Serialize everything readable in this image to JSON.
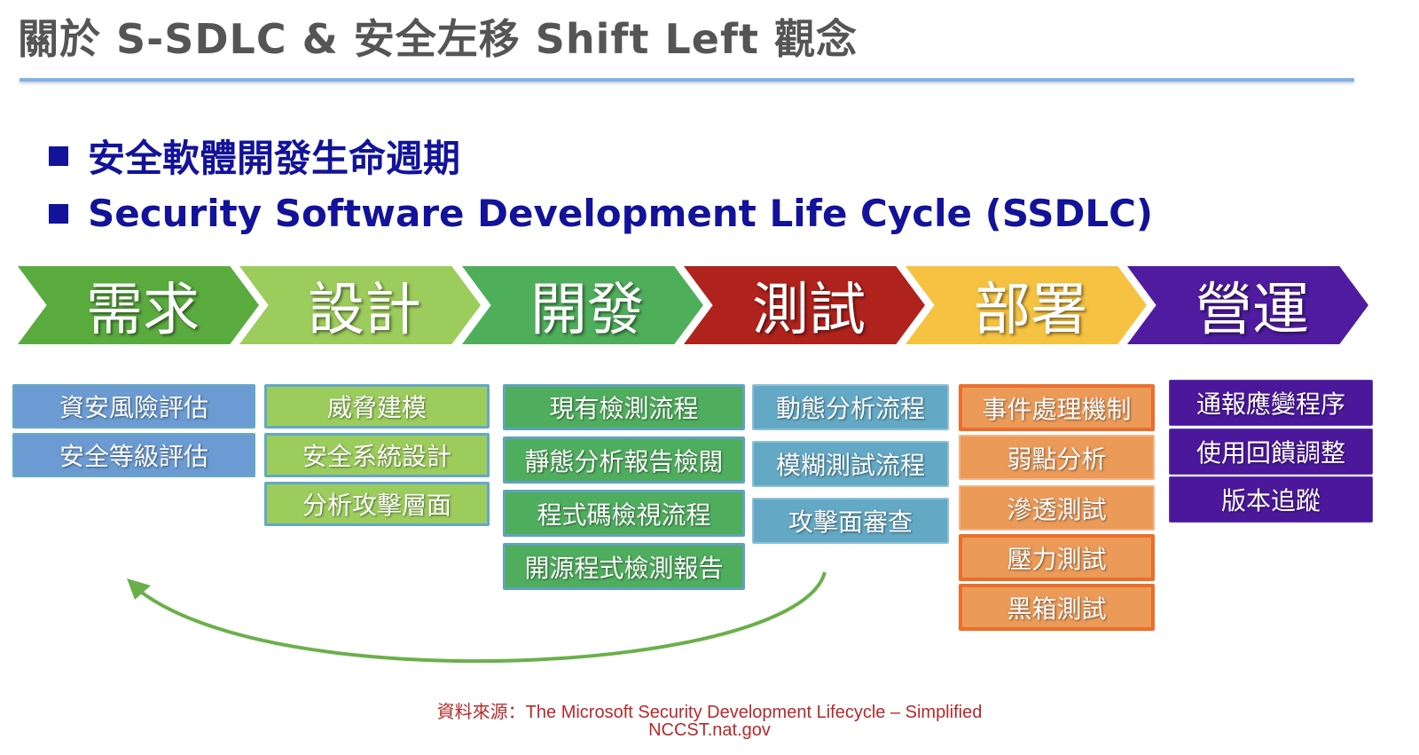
{
  "title": "關於 S-SDLC & 安全左移 Shift Left 觀念",
  "bullets": [
    "安全軟體開發生命週期",
    "Security Software Development Life Cycle (SSDLC)"
  ],
  "phases": [
    {
      "label": "需求",
      "color": "#5aab3e",
      "items": [
        "資安風險評估",
        "安全等級評估"
      ]
    },
    {
      "label": "設計",
      "color": "#9ccc5c",
      "items": [
        "威脅建模",
        "安全系統設計",
        "分析攻擊層面"
      ]
    },
    {
      "label": "開發",
      "color": "#4fae5a",
      "items": [
        "現有檢測流程",
        "靜態分析報告檢閱",
        "程式碼檢視流程",
        "開源程式檢測報告"
      ]
    },
    {
      "label": "測試",
      "color": "#b0221c",
      "items": [
        "動態分析流程",
        "模糊測試流程",
        "攻擊面審查"
      ]
    },
    {
      "label": "部署",
      "color": "#f5c242",
      "items": [
        "事件處理機制",
        "弱點分析",
        "滲透測試",
        "壓力測試",
        "黑箱測試"
      ]
    },
    {
      "label": "營運",
      "color": "#4f1ca0",
      "items": [
        "通報應變程序",
        "使用回饋調整",
        "版本追蹤"
      ]
    }
  ],
  "source": "資料來源：The Microsoft Security Development Lifecycle – Simplified",
  "source_site": "NCCST.nat.gov"
}
